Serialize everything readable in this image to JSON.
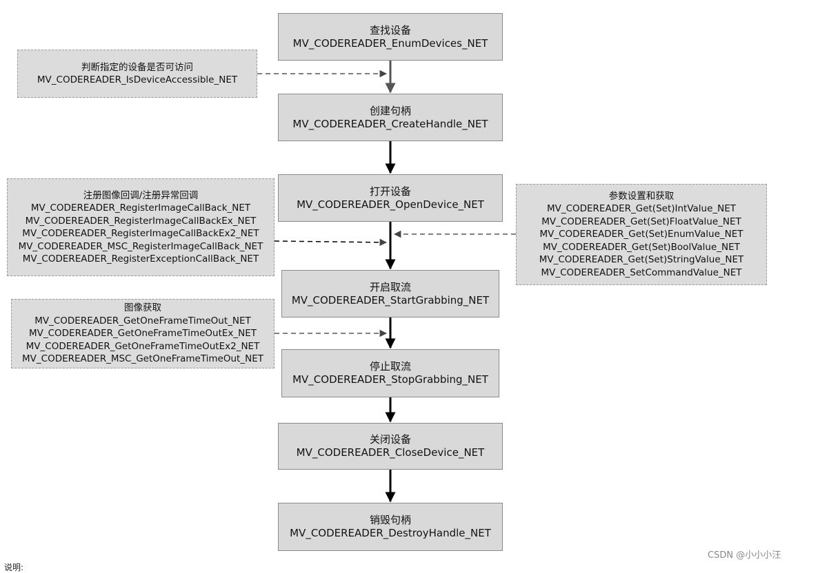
{
  "steps": [
    {
      "title": "查找设备",
      "api": "MV_CODEREADER_EnumDevices_NET"
    },
    {
      "title": "创建句柄",
      "api": "MV_CODEREADER_CreateHandle_NET"
    },
    {
      "title": "打开设备",
      "api": "MV_CODEREADER_OpenDevice_NET"
    },
    {
      "title": "开启取流",
      "api": "MV_CODEREADER_StartGrabbing_NET"
    },
    {
      "title": "停止取流",
      "api": "MV_CODEREADER_StopGrabbing_NET"
    },
    {
      "title": "关闭设备",
      "api": "MV_CODEREADER_CloseDevice_NET"
    },
    {
      "title": "销毁句柄",
      "api": "MV_CODEREADER_DestroyHandle_NET"
    }
  ],
  "side_accessible": {
    "title": "判断指定的设备是否可访问",
    "apis": [
      "MV_CODEREADER_IsDeviceAccessible_NET"
    ]
  },
  "side_callbacks": {
    "title": "注册图像回调/注册异常回调",
    "apis": [
      "MV_CODEREADER_RegisterImageCallBack_NET",
      "MV_CODEREADER_RegisterImageCallBackEx_NET",
      "MV_CODEREADER_RegisterImageCallBackEx2_NET",
      "MV_CODEREADER_MSC_RegisterImageCallBack_NET",
      "MV_CODEREADER_RegisterExceptionCallBack_NET"
    ]
  },
  "side_params": {
    "title": "参数设置和获取",
    "apis": [
      "MV_CODEREADER_Get(Set)IntValue_NET",
      "MV_CODEREADER_Get(Set)FloatValue_NET",
      "MV_CODEREADER_Get(Set)EnumValue_NET",
      "MV_CODEREADER_Get(Set)BoolValue_NET",
      "MV_CODEREADER_Get(Set)StringValue_NET",
      "MV_CODEREADER_SetCommandValue_NET"
    ]
  },
  "side_image": {
    "title": "图像获取",
    "apis": [
      "MV_CODEREADER_GetOneFrameTimeOut_NET",
      "MV_CODEREADER_GetOneFrameTimeOutEx_NET",
      "MV_CODEREADER_GetOneFrameTimeOutEx2_NET",
      "MV_CODEREADER_MSC_GetOneFrameTimeOut_NET"
    ]
  },
  "watermark": "CSDN @小小小汪",
  "footer_text": "说明:"
}
